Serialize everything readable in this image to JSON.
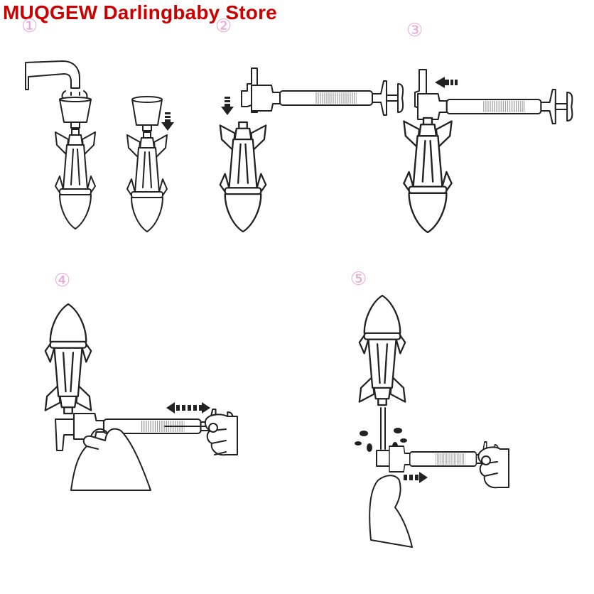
{
  "header": {
    "store_name": "MUQGEW Darlingbaby Store"
  },
  "steps": [
    {
      "number": "①"
    },
    {
      "number": "②"
    },
    {
      "number": "③"
    },
    {
      "number": "④"
    },
    {
      "number": "⑤"
    }
  ],
  "colors": {
    "title": "#cc0000",
    "step_number": "#e8a9d8",
    "line": "#222222",
    "spring": "#8a8a8a"
  }
}
